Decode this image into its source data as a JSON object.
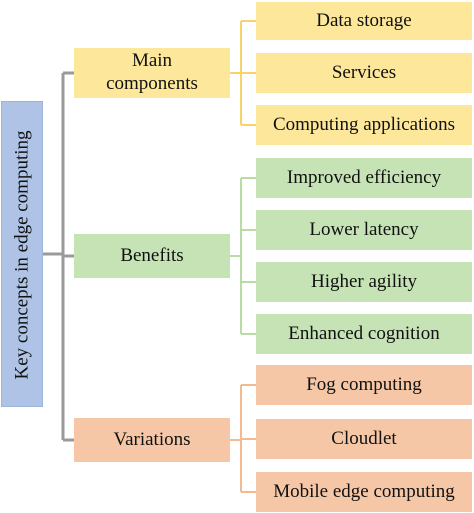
{
  "root": {
    "label": "Key concepts in edge computing",
    "color": "#aec3e6"
  },
  "categories": [
    {
      "label": "Main components",
      "lines": [
        "Main",
        "components"
      ],
      "color": "#fde79a",
      "connector_color": "#f7d36a",
      "items": [
        "Data storage",
        "Services",
        "Computing applications"
      ]
    },
    {
      "label": "Benefits",
      "lines": [
        "Benefits"
      ],
      "color": "#c5e3b4",
      "connector_color": "#b9dca6",
      "items": [
        "Improved efficiency",
        "Lower latency",
        "Higher agility",
        "Enhanced cognition"
      ]
    },
    {
      "label": "Variations",
      "lines": [
        "Variations"
      ],
      "color": "#f6c7a6",
      "connector_color": "#f3b98f",
      "items": [
        "Fog computing",
        "Cloudlet",
        "Mobile edge computing"
      ]
    }
  ],
  "root_connector_color": "#9a9a9a"
}
